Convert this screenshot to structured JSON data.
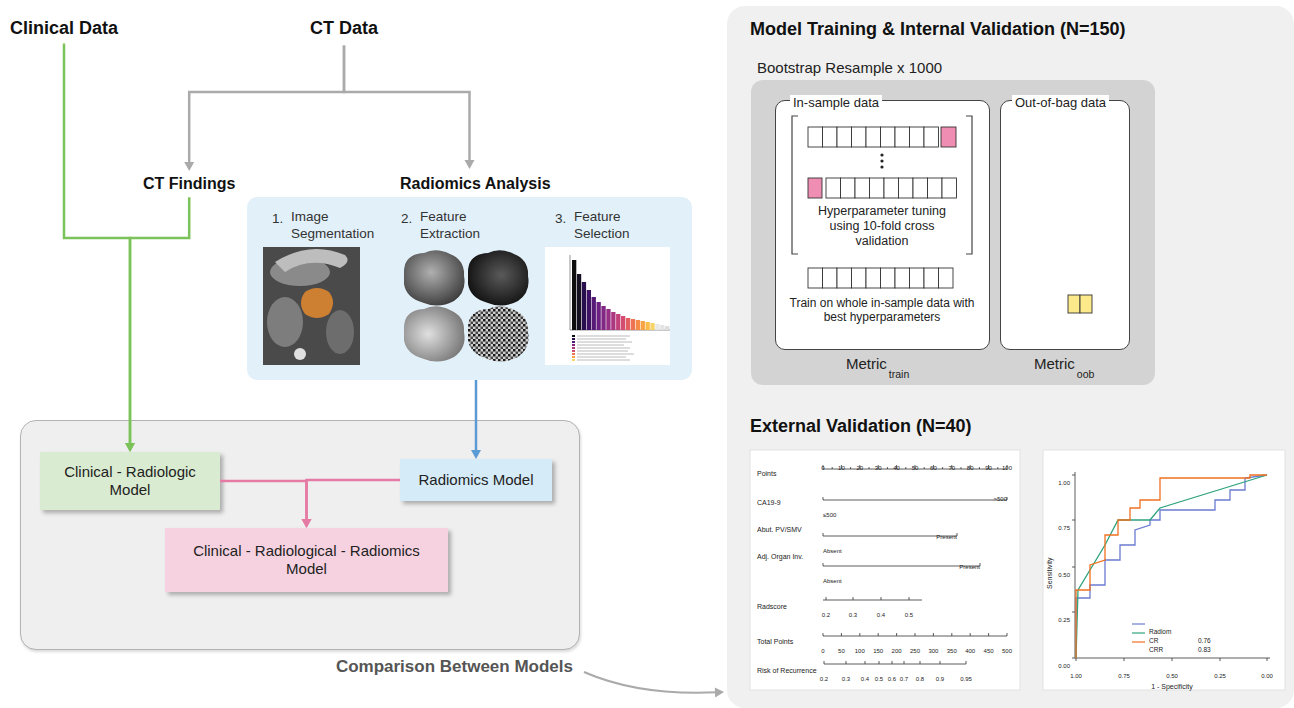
{
  "diagram": {
    "nodes": [
      {
        "text": [
          "Clinical Data"
        ]
      },
      {
        "text": [
          "CT Data"
        ]
      },
      {
        "text": [
          "CT Findings"
        ]
      },
      {
        "text": [
          "Radiomics Analysis",
          "1.",
          "Image Segmentation",
          "2.",
          "Feature Extraction",
          "3.",
          "Feature Selection"
        ]
      },
      {
        "text": [
          "Comparison Between Models"
        ]
      },
      {
        "text": [
          "Clinical - Radiologic Model"
        ],
        "in": 4
      },
      {
        "text": [
          "Radiomics Model"
        ],
        "in": 4
      },
      {
        "text": [
          "Clinical - Radiological - Radiomics Model"
        ],
        "in": 4
      },
      {
        "text": [
          "Model Training & Internal Validation (N=150)",
          "External Validation (N=40)"
        ]
      },
      {
        "text": [
          "Bootstrap Resample x 1000"
        ],
        "in": 8
      },
      {
        "text": [
          "In-sample data",
          "Hyperparameter tuning using 10-fold cross validation",
          "Train on whole in-sample data with best hyperparameters",
          "Metric",
          "train"
        ],
        "in": 9
      },
      {
        "text": [
          "Out-of-bag data",
          "Metric",
          "oob"
        ],
        "in": 9
      }
    ],
    "edges": [
      {
        "from": 0,
        "to": 5,
        "arrow": "to"
      },
      {
        "from": 2,
        "to": 5,
        "arrow": "to"
      },
      {
        "from": 1,
        "to": 2,
        "arrow": "to"
      },
      {
        "from": 1,
        "to": 3,
        "arrow": "to"
      },
      {
        "from": 3,
        "to": 6,
        "arrow": "to"
      },
      {
        "from": 5,
        "to": 7,
        "arrow": "to"
      },
      {
        "from": 6,
        "to": 7,
        "arrow": "to"
      },
      {
        "from": 4,
        "to": 8,
        "arrow": "to"
      }
    ],
    "labels": [
      "Points",
      "0",
      "10",
      "20",
      "30",
      "40",
      "50",
      "60",
      "70",
      "80",
      "90",
      "100",
      "CA19-9",
      ">500",
      "≤500",
      "Abut. PV/SMV",
      "Present",
      "Absent",
      "Adj. Organ Inv.",
      "Present",
      "Absent",
      "Radscore",
      "0.2",
      "0.3",
      "0.4",
      "0.5",
      "Total Points",
      "0",
      "50",
      "100",
      "150",
      "200",
      "250",
      "300",
      "350",
      "400",
      "450",
      "500",
      "Risk of Recurrence",
      "0.2",
      "0.3",
      "0.4",
      "0.5",
      "0.6",
      "0.7",
      "0.8",
      "0.9",
      "0.95",
      "1.00",
      "0.75",
      "0.50",
      "0.25",
      "0.00",
      "1.00",
      "0.75",
      "0.50",
      "0.25",
      "0.00",
      "Sensitivity",
      "1 - Specificity",
      "0.76",
      "0.83"
    ],
    "legend": [
      {
        "text": "Radiom"
      },
      {
        "text": "CR"
      },
      {
        "text": "CRR"
      }
    ]
  }
}
